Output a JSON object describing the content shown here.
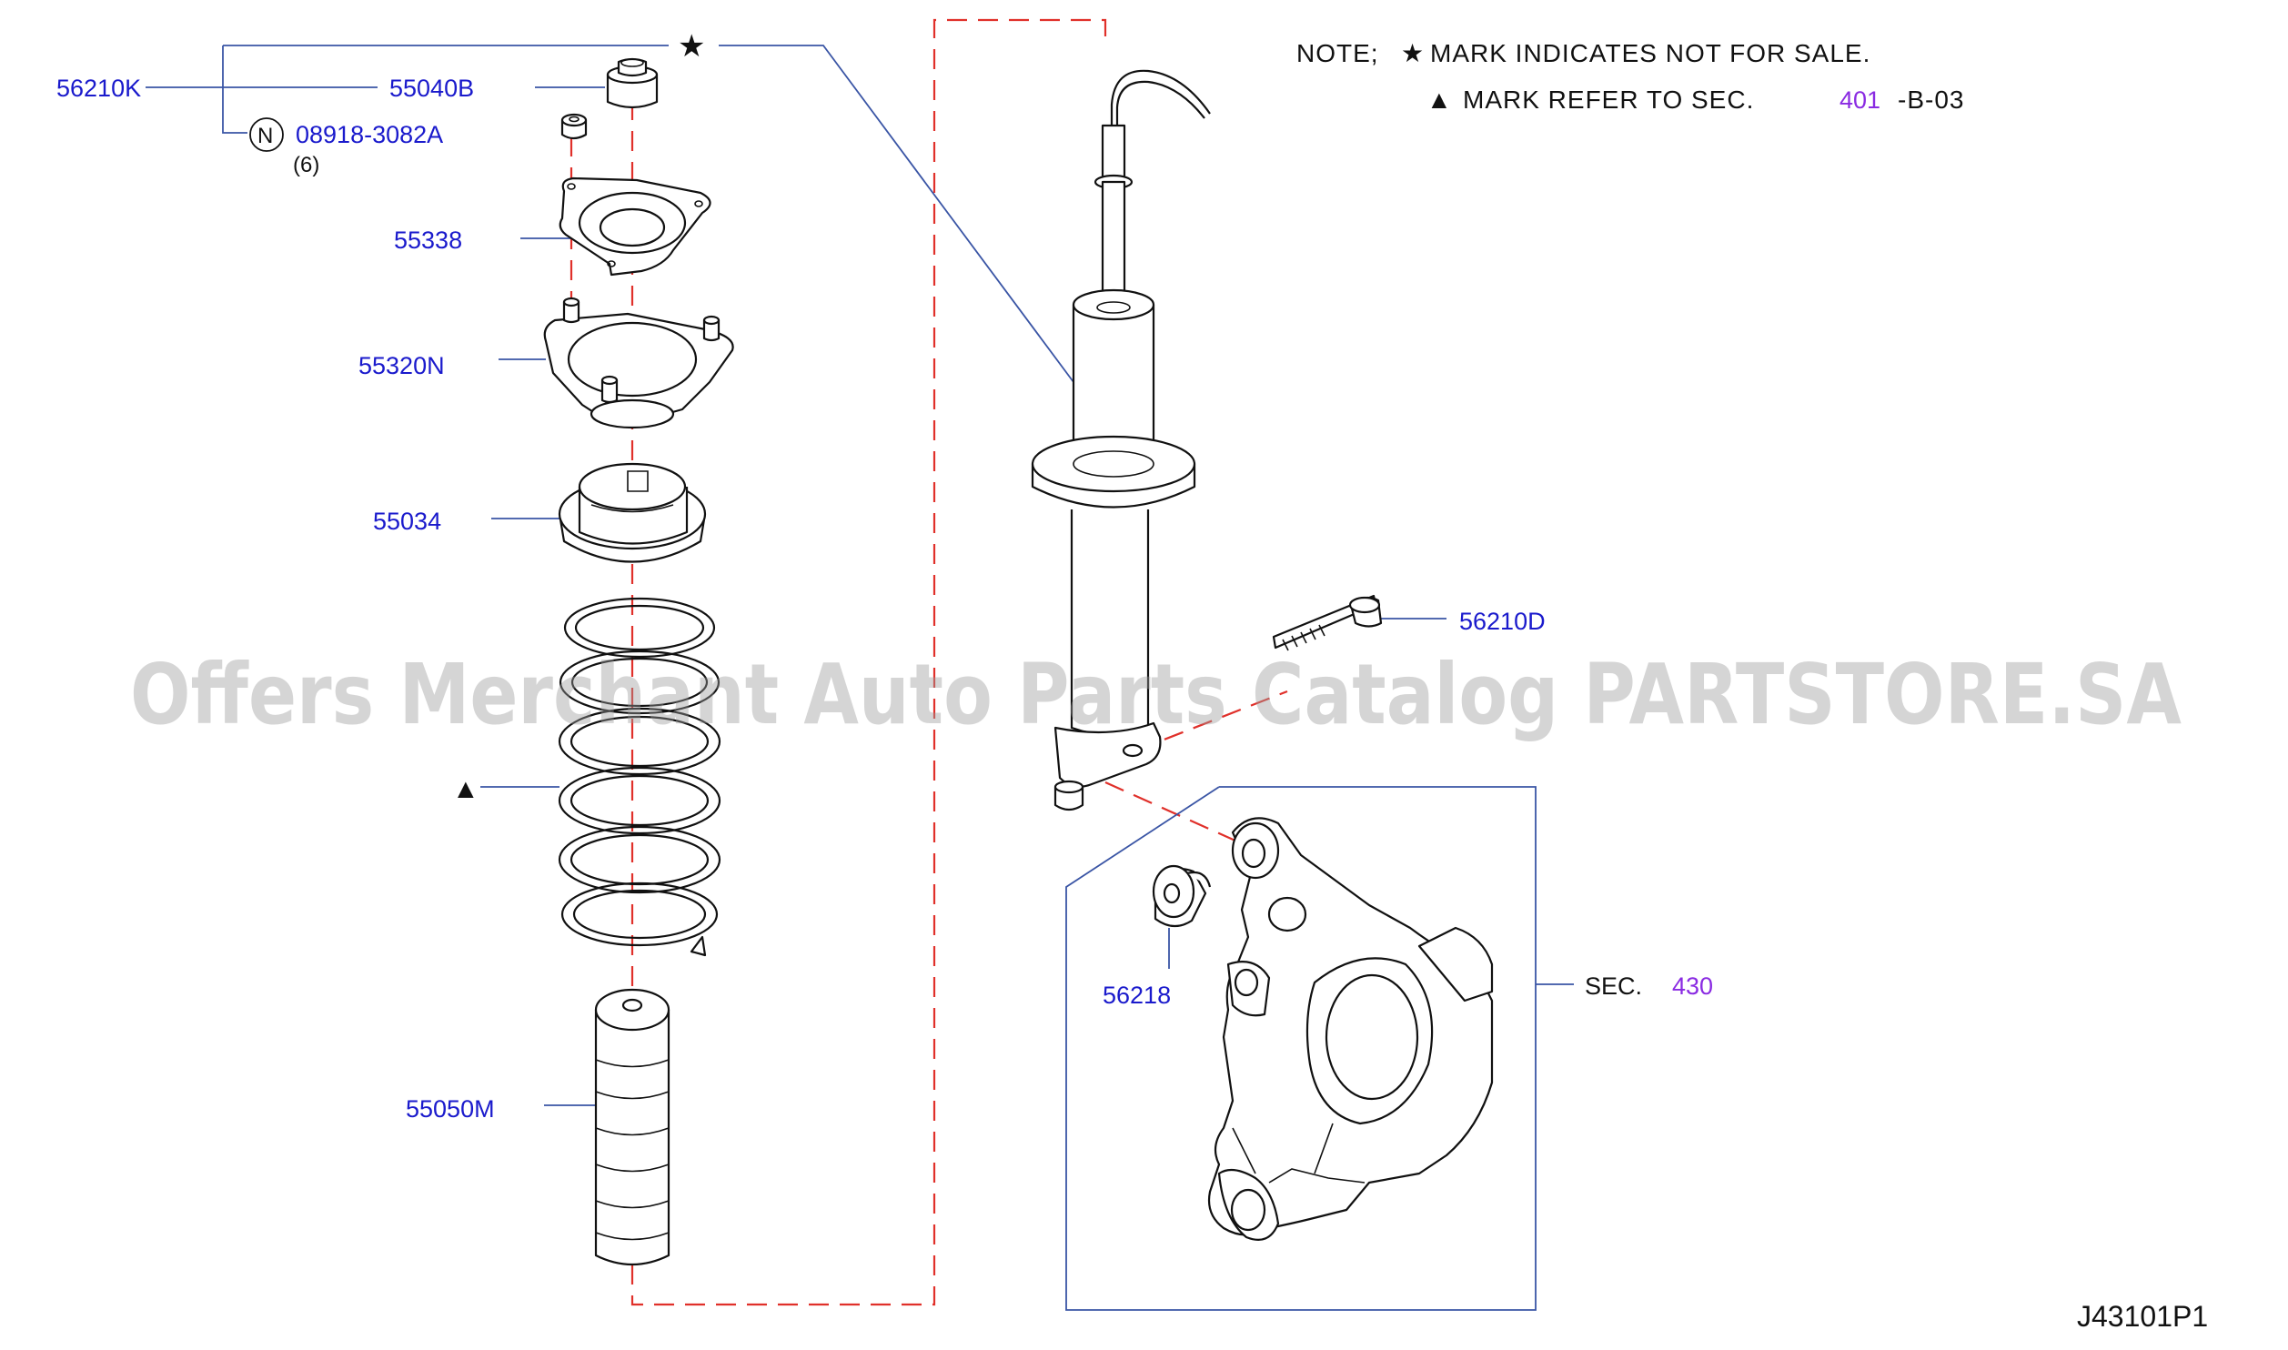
{
  "note": {
    "line1_prefix": "NOTE;",
    "line1_text": "MARK  INDICATES  NOT  FOR  SALE.",
    "line2_text": "MARK  REFER  TO  SEC.",
    "line2_sec": "401",
    "line2_suffix": "-B-03"
  },
  "parts": {
    "p56210K": "56210K",
    "p55040B": "55040B",
    "p08918": "08918-3082A",
    "qty_08918": "(6)",
    "n_marker": "N",
    "p55338": "55338",
    "p55320N": "55320N",
    "p55034": "55034",
    "p55050M": "55050M",
    "p56210D": "56210D",
    "p56218": "56218"
  },
  "section": {
    "label": "SEC.",
    "number": "430"
  },
  "diagram_code": "J43101P1",
  "watermark": "Offers Merchant Auto Parts Catalog PARTSTORE.SA",
  "symbols": {
    "star": "★",
    "triangle": "▲"
  },
  "colors": {
    "part_link": "#1a1acc",
    "section_link": "#8a2be2",
    "leader_line": "#3a55a5",
    "dashed_line": "#e0302a"
  }
}
